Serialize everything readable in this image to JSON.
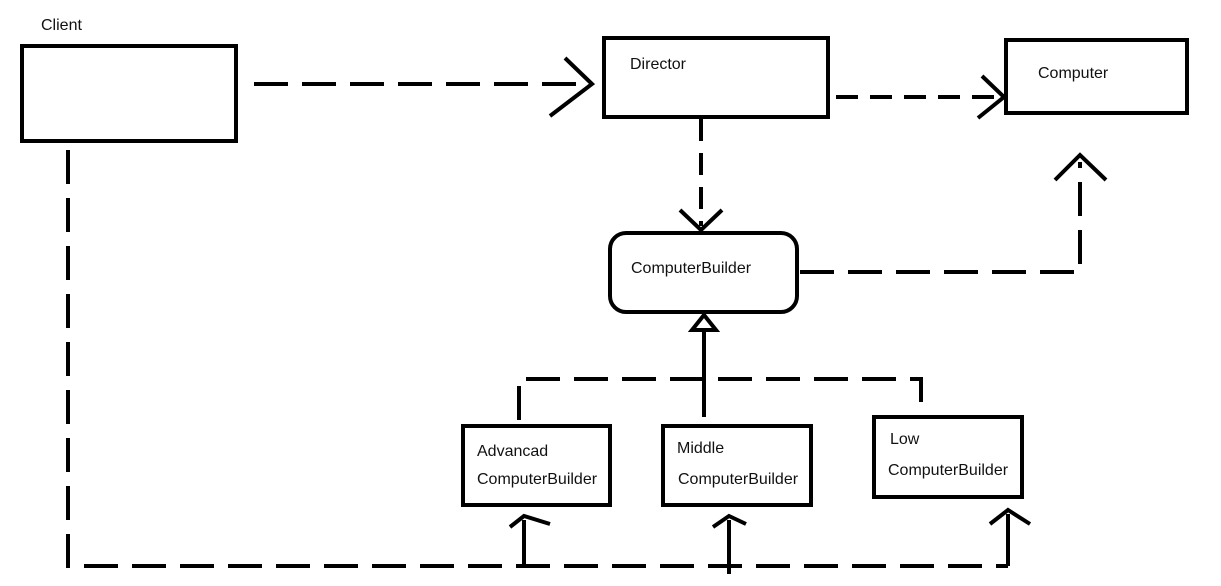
{
  "nodes": {
    "client": {
      "label": "Client"
    },
    "director": {
      "label": "Director"
    },
    "computer": {
      "label": "Computer"
    },
    "computer_builder": {
      "label": "ComputerBuilder"
    },
    "advanced_builder": {
      "line1": "Advancad",
      "line2": "ComputerBuilder"
    },
    "middle_builder": {
      "line1": "Middle",
      "line2": "ComputerBuilder"
    },
    "low_builder": {
      "line1": "Low",
      "line2": "ComputerBuilder"
    }
  },
  "colors": {
    "stroke": "#000000",
    "background": "#ffffff"
  }
}
